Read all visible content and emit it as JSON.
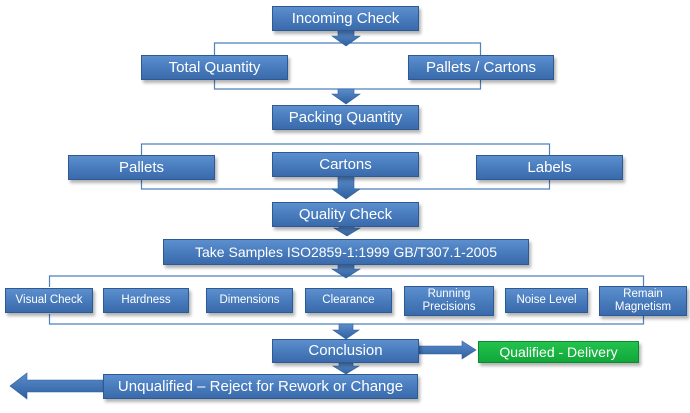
{
  "nodes": {
    "incoming_check": "Incoming Check",
    "total_quantity": "Total Quantity",
    "pallets_cartons": "Pallets / Cartons",
    "packing_quantity": "Packing Quantity",
    "pallets": "Pallets",
    "cartons": "Cartons",
    "labels": "Labels",
    "quality_check": "Quality Check",
    "take_samples": "Take Samples  ISO2859-1:1999  GB/T307.1-2005",
    "visual_check": "Visual Check",
    "hardness": "Hardness",
    "dimensions": "Dimensions",
    "clearance": "Clearance",
    "running_precisions_1": "Running",
    "running_precisions_2": "Precisions",
    "noise_level": "Noise Level",
    "remain_magnetism_1": "Remain",
    "remain_magnetism_2": "Magnetism",
    "conclusion": "Conclusion",
    "qualified": "Qualified - Delivery",
    "unqualified": "Unqualified – Reject for Rework or Change"
  },
  "colors": {
    "box_fill": "#4a7ebf",
    "box_border": "#2d5a93",
    "connector": "#4f81bd",
    "qualified_fill": "#11a83a"
  }
}
